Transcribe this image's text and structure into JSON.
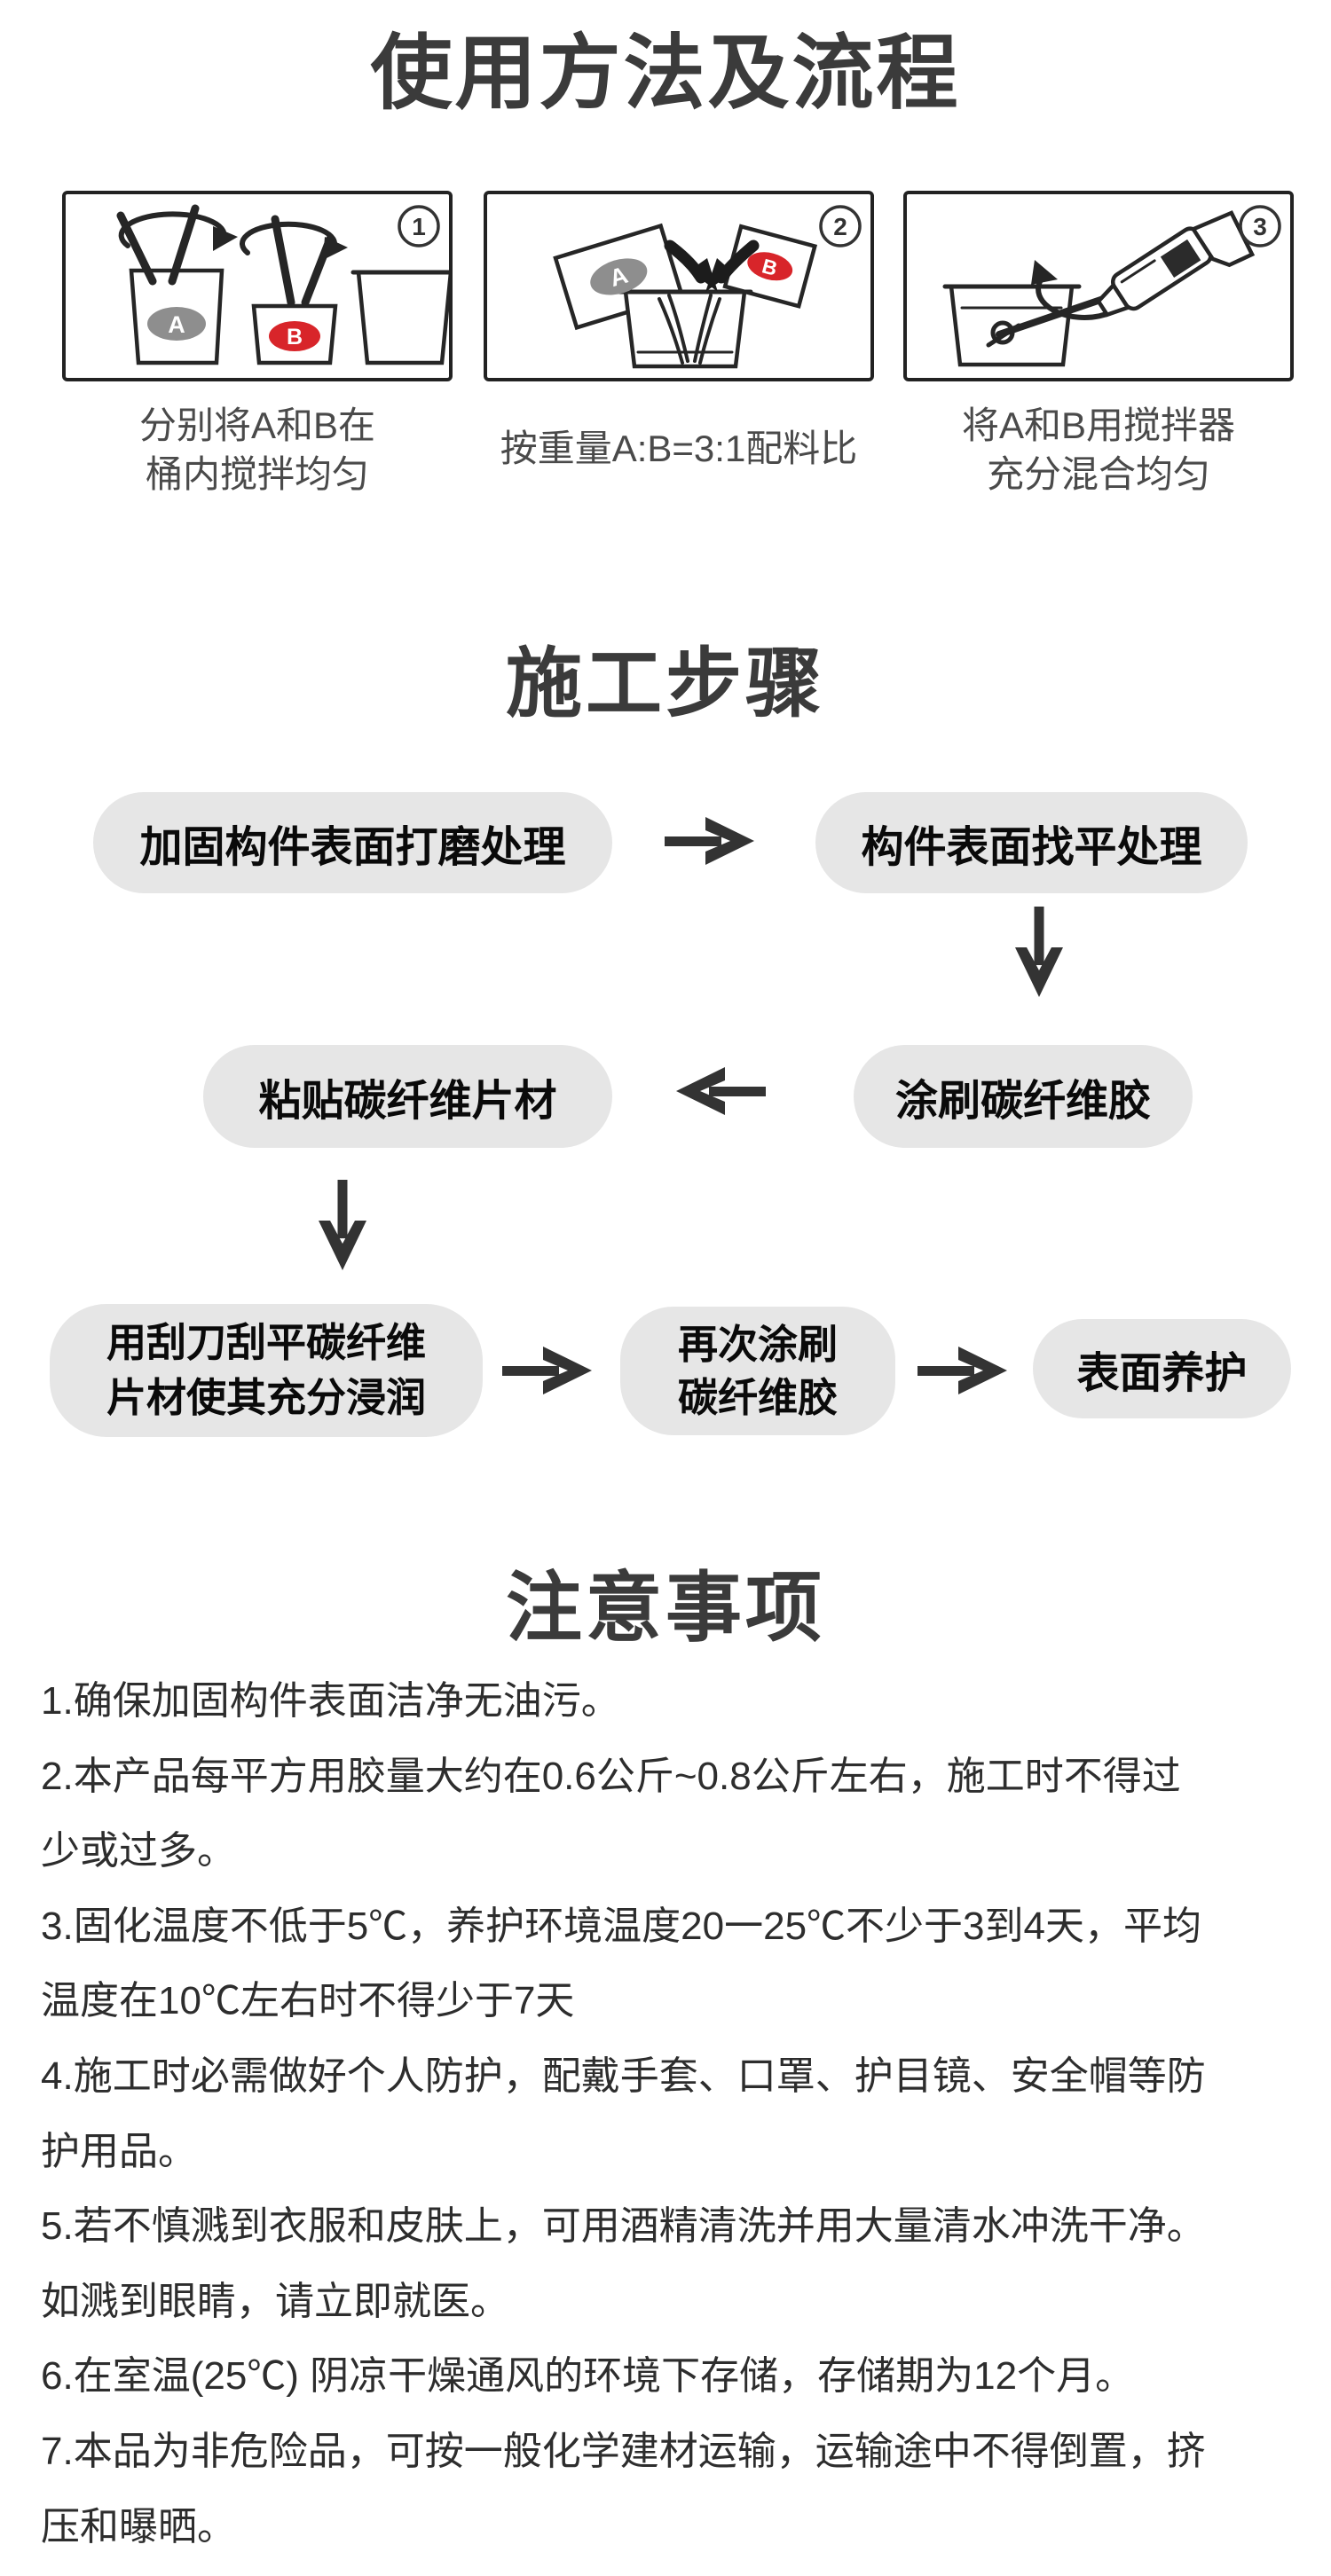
{
  "title": "使用方法及流程",
  "sections": {
    "construction": "施工步骤",
    "precautions": "注意事项"
  },
  "usage_steps": [
    {
      "badge": "1",
      "label_a": "A",
      "label_b": "B",
      "caption": [
        "分别将A和B在",
        "桶内搅拌均匀"
      ]
    },
    {
      "badge": "2",
      "label_a": "A",
      "label_b": "B",
      "caption": [
        "按重量A:B=3:1配料比"
      ]
    },
    {
      "badge": "3",
      "caption": [
        "将A和B用搅拌器",
        "充分混合均匀"
      ]
    }
  ],
  "flowchart": {
    "grind": "加固构件表面打磨处理",
    "level": "构件表面找平处理",
    "brush_glue": "涂刷碳纤维胶",
    "paste_sheet": "粘贴碳纤维片材",
    "scrape": [
      "用刮刀刮平碳纤维",
      "片材使其充分浸润"
    ],
    "brush_again": [
      "再次涂刷",
      "碳纤维胶"
    ],
    "cure": "表面养护"
  },
  "notes": [
    "1.确保加固构件表面洁净无油污。",
    "2.本产品每平方用胶量大约在0.6公斤~0.8公斤左右，施工时不得过",
    "少或过多。",
    "3.固化温度不低于5℃，养护环境温度20一25℃不少于3到4天，平均",
    "温度在10℃左右时不得少于7天",
    "4.施工时必需做好个人防护，配戴手套、口罩、护目镜、安全帽等防",
    "护用品。",
    "5.若不慎溅到衣服和皮肤上，可用酒精清洗并用大量清水冲洗干净。",
    "如溅到眼睛，请立即就医。",
    "6.在室温(25℃) 阴凉干燥通风的环境下存储，存储期为12个月。",
    "7.本品为非危险品，可按一般化学建材运输，运输途中不得倒置，挤",
    "压和曝晒。"
  ],
  "colors": {
    "heading": "#3b3b3b",
    "pill_bg": "#e6e6e6",
    "arrow": "#333333",
    "label_a_bg": "#8e8e8e",
    "label_b_bg": "#d8252a",
    "body_text": "#2d2d2d"
  }
}
